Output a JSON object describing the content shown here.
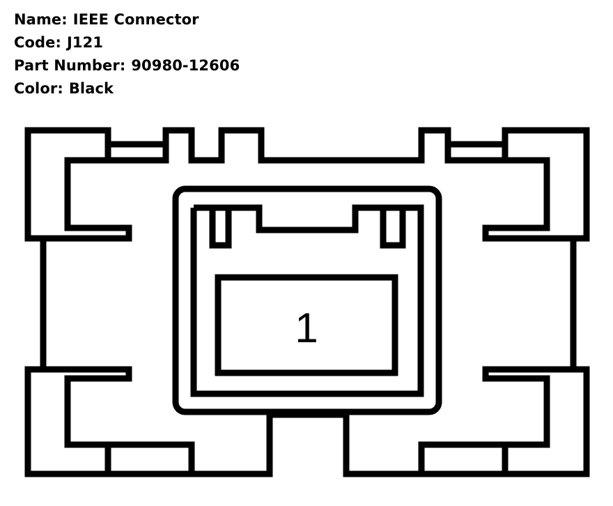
{
  "connector_info": {
    "name_label": "Name:",
    "name_value": "IEEE Connector",
    "code_label": "Code:",
    "code_value": "J121",
    "part_number_label": "Part Number:",
    "part_number_value": "90980-12606",
    "color_label": "Color:",
    "color_value": "Black"
  },
  "pins": [
    {
      "number": "1"
    }
  ],
  "colors": {
    "line": "#000000",
    "background": "#ffffff"
  }
}
